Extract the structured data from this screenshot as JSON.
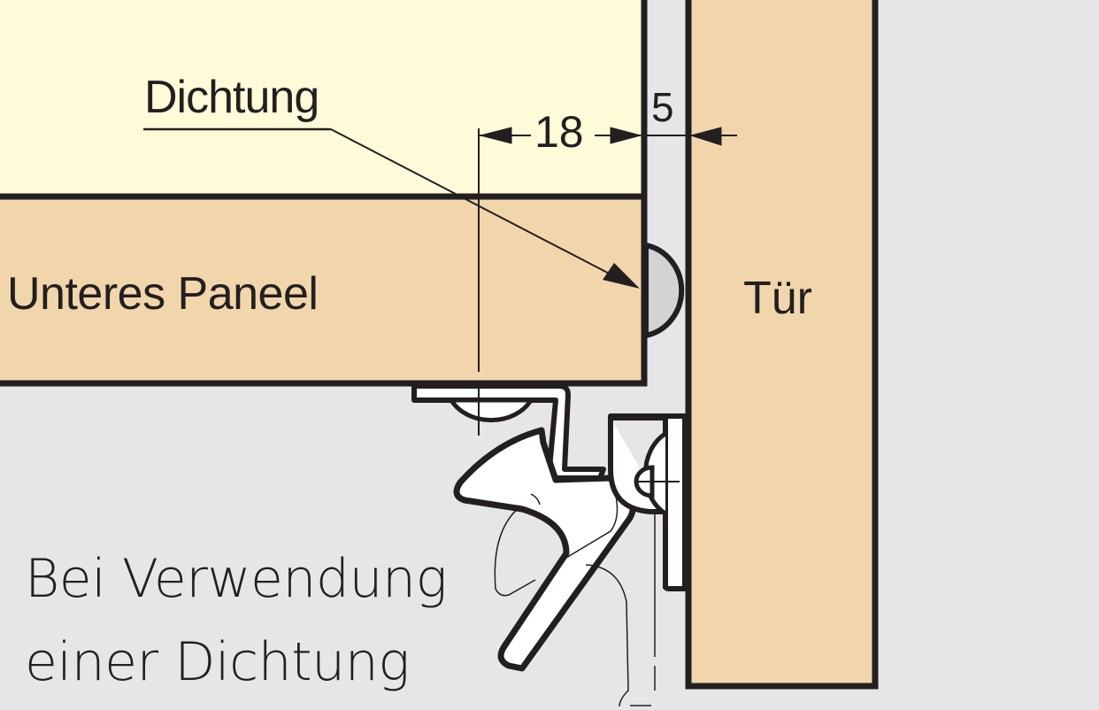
{
  "diagram": {
    "type": "technical-cross-section",
    "subject": "Concealed hinge with seal between lower panel and door",
    "labels": {
      "seal": "Dichtung",
      "lower_panel": "Unteres Paneel",
      "door": "Tür",
      "note_line1": "Bei Verwendung",
      "note_line2": "einer Dichtung"
    },
    "dimensions": {
      "hinge_offset": "18",
      "gap": "5"
    },
    "colors": {
      "background": "#e6e6e8",
      "upper_cabinet": "#fffbd8",
      "panel_wood": "#f1d6ab",
      "door_wood": "#f1d6ab",
      "seal": "#d3d3d5",
      "gap": "#e6e6e8",
      "hinge": "#ffffff",
      "outline": "#231f20"
    }
  }
}
